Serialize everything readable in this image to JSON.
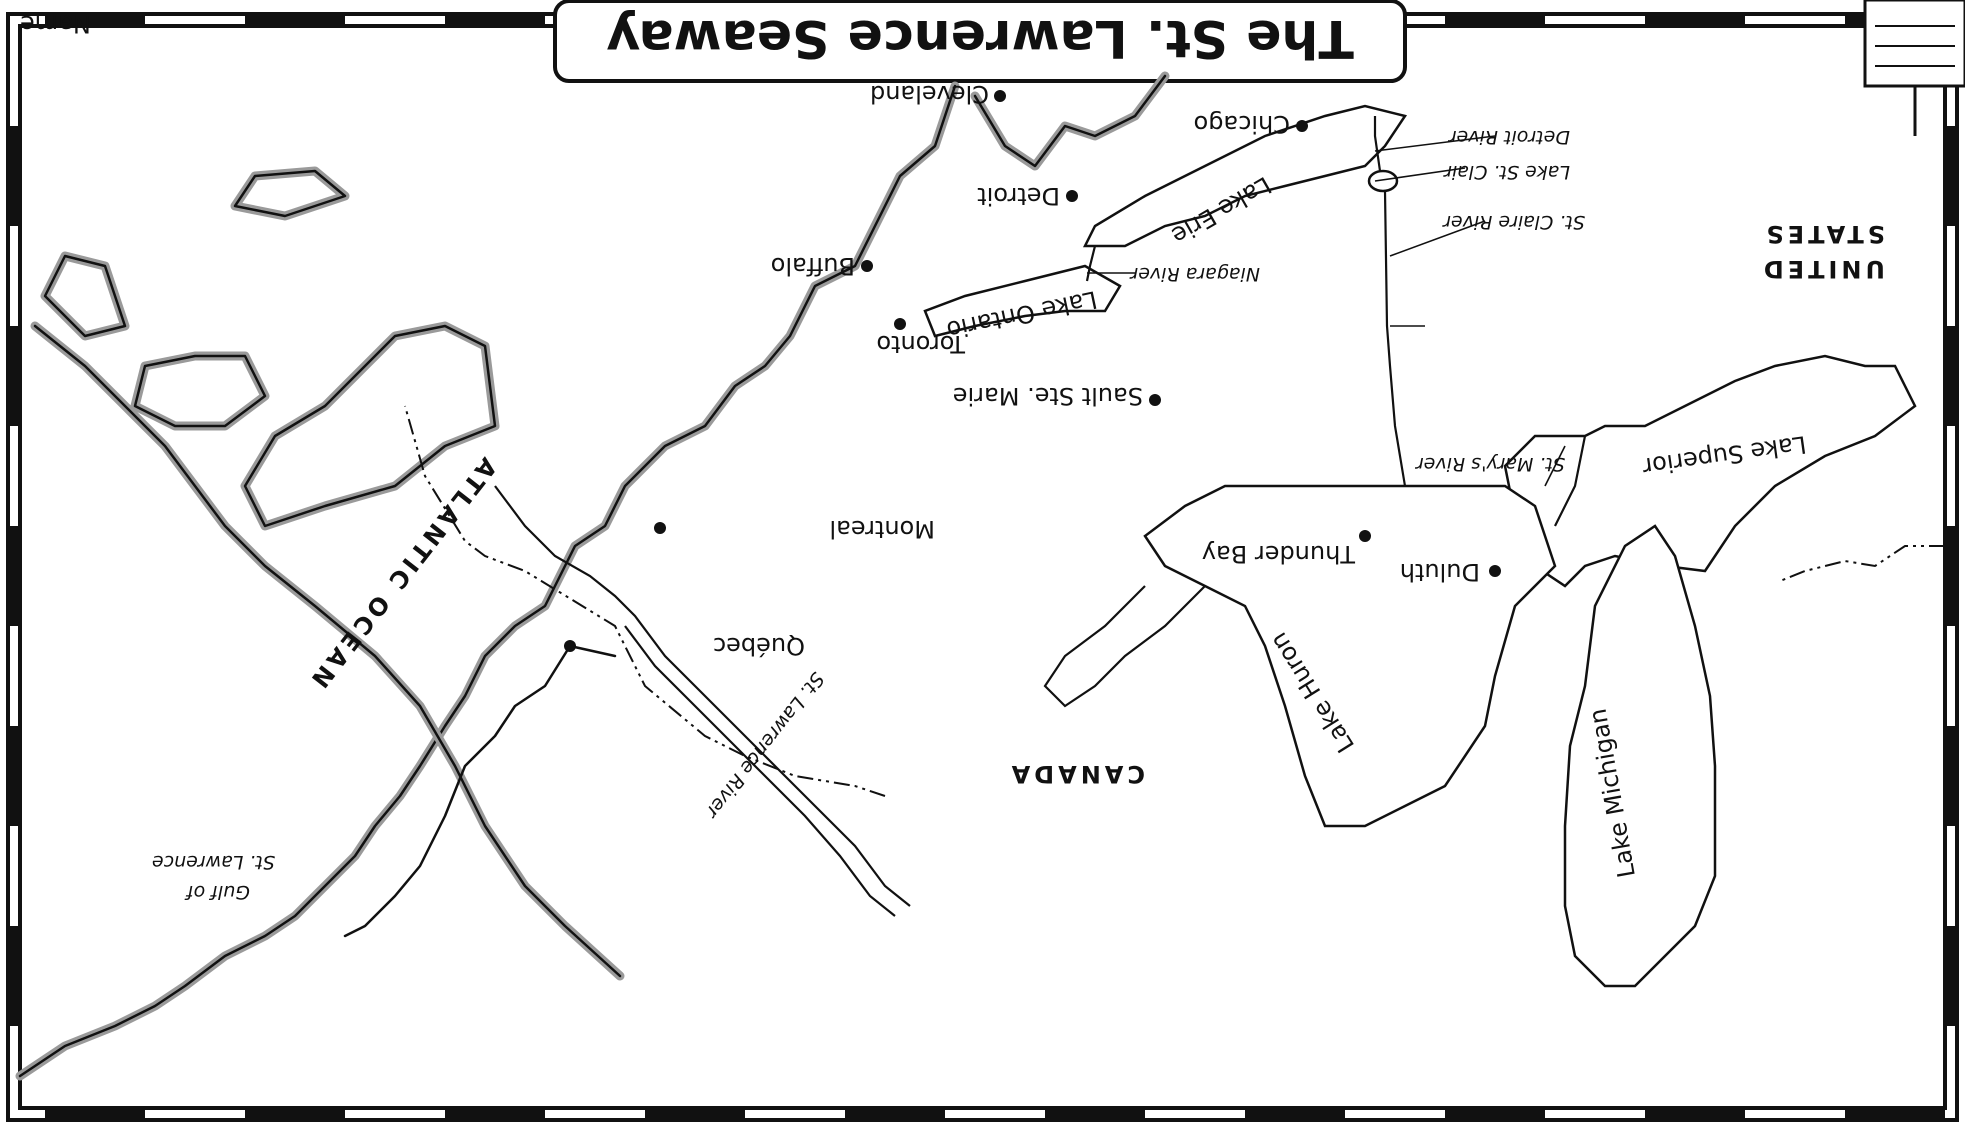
{
  "map": {
    "title": "The St. Lawrence Seaway",
    "name_label": "Name",
    "countries": {
      "canada": "CANADA",
      "usa_line1": "UNITED",
      "usa_line2": "STATES"
    },
    "ocean": "ATLANTIC OCEAN",
    "gulf_line1": "Gulf of",
    "gulf_line2": "St. Lawrence",
    "lakes": {
      "superior": "Lake Superior",
      "michigan": "Lake Michigan",
      "huron": "Lake Huron",
      "erie": "Lake Erie",
      "ontario": "Lake Ontario",
      "st_clair": "Lake St. Clair"
    },
    "rivers": {
      "st_lawrence": "St. Lawrence River",
      "niagara": "Niagara River",
      "detroit": "Detroit River",
      "st_claire": "St. Claire River",
      "st_marys": "St. Mary's River"
    },
    "cities": {
      "duluth": "Duluth",
      "thunder_bay": "Thunder Bay",
      "sault": "Sault Ste. Marie",
      "chicago": "Chicago",
      "detroit": "Detroit",
      "cleveland": "Cleveland",
      "buffalo": "Buffalo",
      "toronto": "Toronto",
      "montreal": "Montreal",
      "quebec": "Québec"
    },
    "orientation": "upside-down (rotated 180°)"
  }
}
